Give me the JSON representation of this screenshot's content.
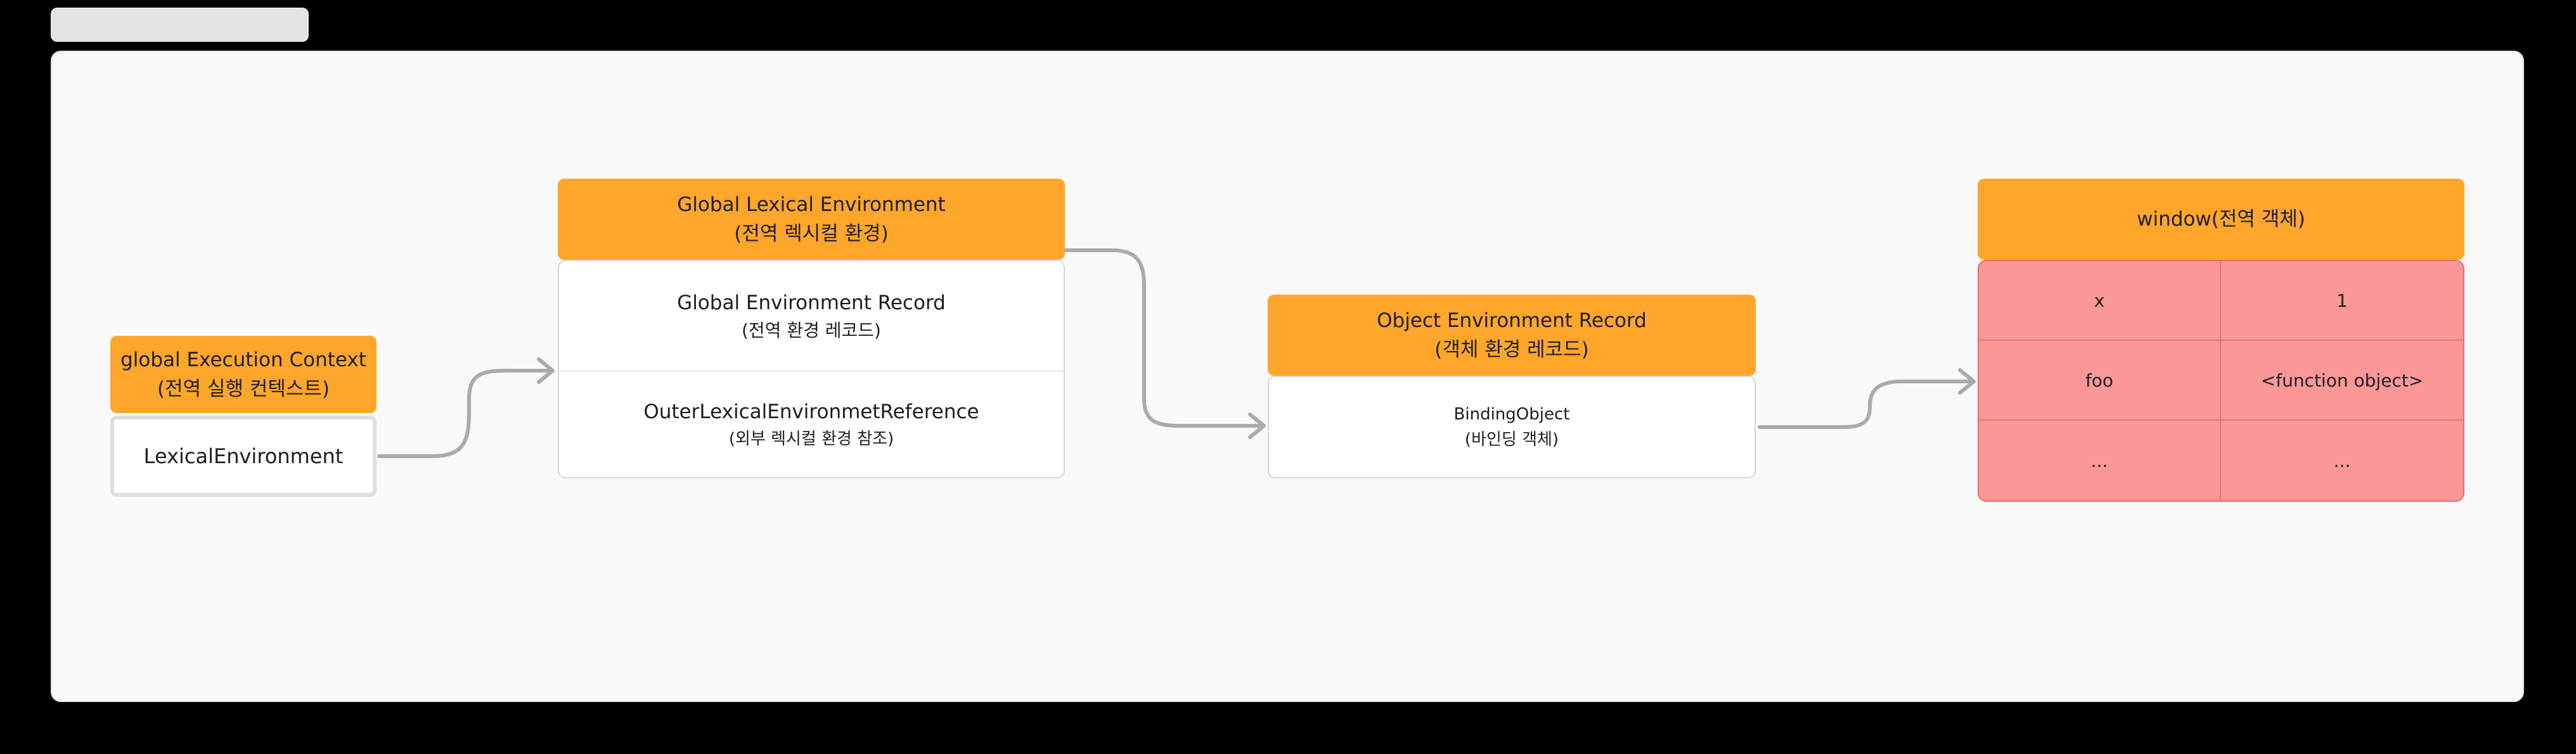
{
  "diagram": {
    "execution_context": {
      "title": "global Execution Context",
      "subtitle": "(전역 실행 컨텍스트)",
      "item": "LexicalEnvironment"
    },
    "global_lexical_environment": {
      "title": "Global Lexical Environment",
      "subtitle": "(전역 렉시컬 환경)",
      "record": {
        "title": "Global Environment Record",
        "subtitle": "(전역 환경 레코드)"
      },
      "outer": {
        "title": "OuterLexicalEnvironmetReference",
        "subtitle": "(외부 렉시컬 환경 참조)"
      }
    },
    "object_environment_record": {
      "title": "Object Environment Record",
      "subtitle": "(객체 환경 레코드)",
      "binding": {
        "title": "BindingObject",
        "subtitle": "(바인딩 객체)"
      }
    },
    "window": {
      "title": "window(전역 객체)",
      "rows": [
        {
          "key": "x",
          "value": "1"
        },
        {
          "key": "foo",
          "value": "<function object>"
        },
        {
          "key": "...",
          "value": "..."
        }
      ]
    }
  },
  "colors": {
    "header": "#ffa62b",
    "window_table": "#fc9797",
    "connector": "#aaaaaa",
    "canvas": "#f9f9f9"
  }
}
